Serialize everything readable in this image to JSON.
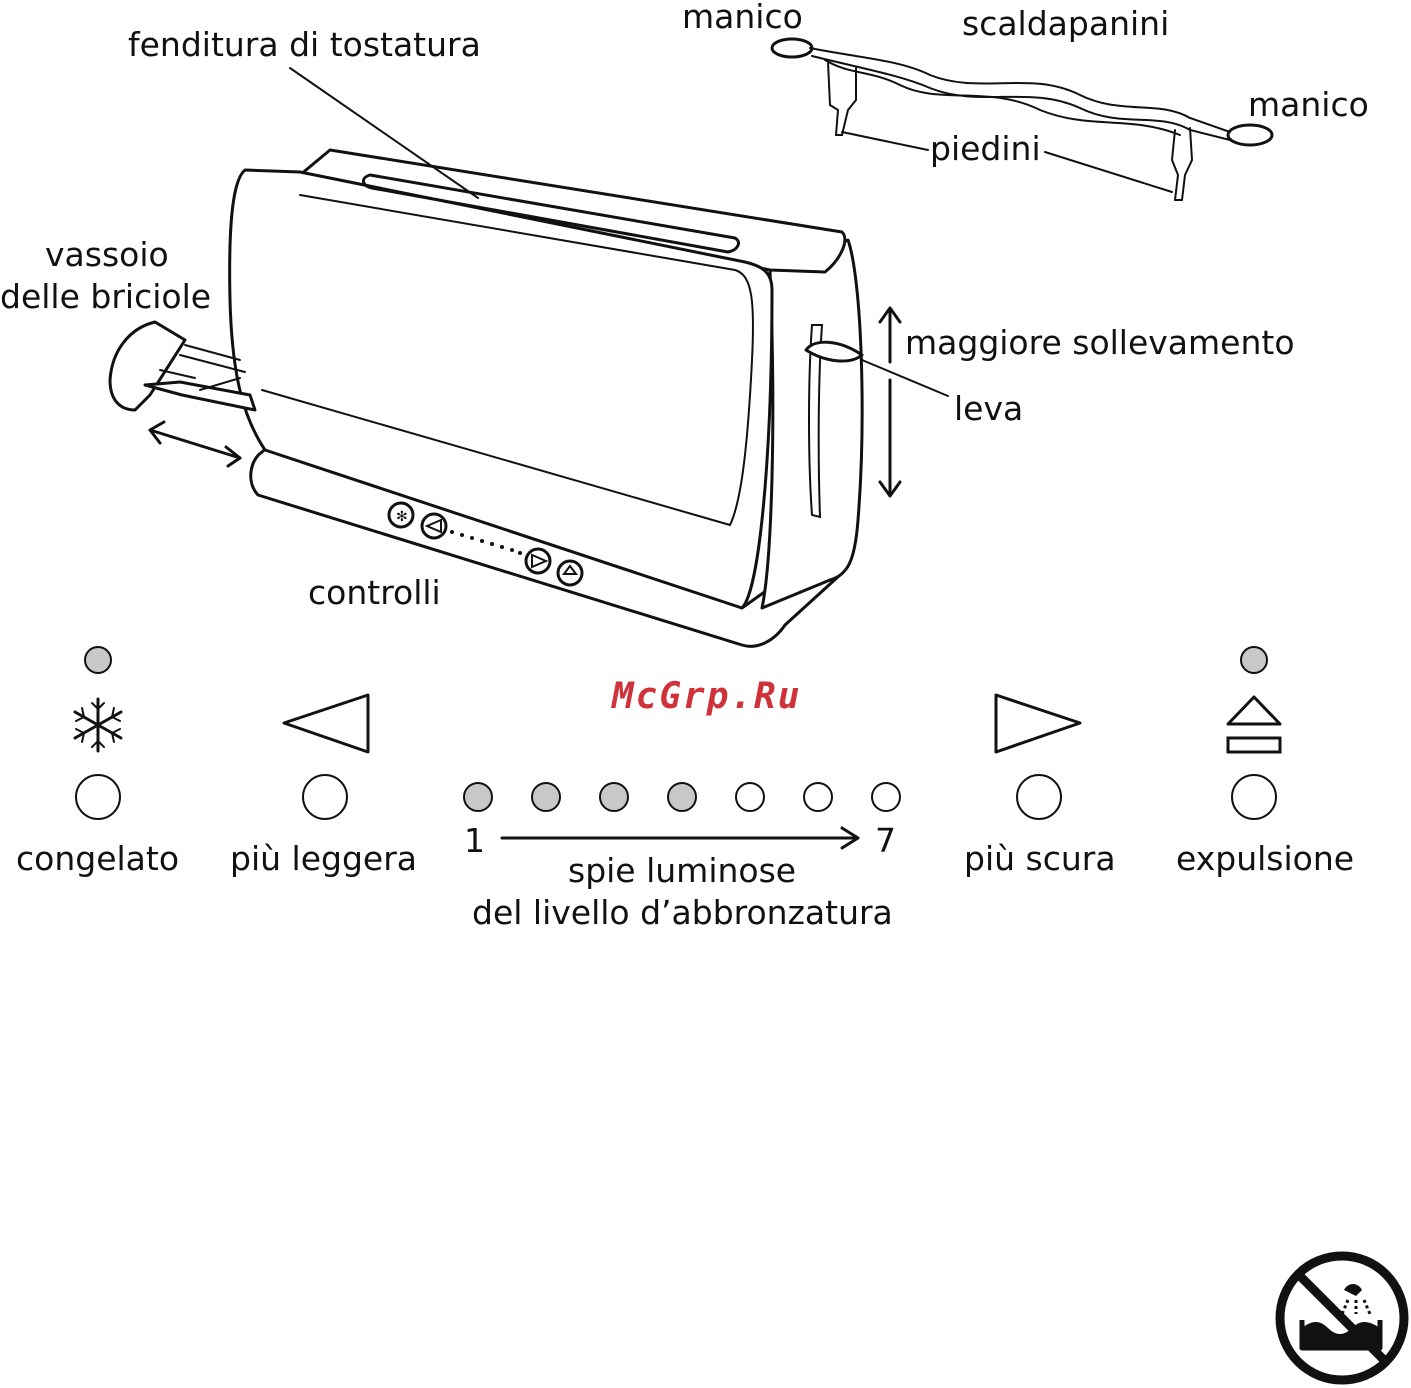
{
  "labels": {
    "slot": "fenditura di tostatura",
    "handle_left": "manico",
    "bun_warmer": "scaldapanini",
    "handle_right": "manico",
    "feet": "piedini",
    "crumb_tray_line1": "vassoio",
    "crumb_tray_line2": "delle briciole",
    "extra_lift": "maggiore sollevamento",
    "lever": "leva",
    "controls": "controlli"
  },
  "panel": {
    "frozen": "congelato",
    "lighter": "più leggera",
    "darker": "più scura",
    "eject": "expulsione",
    "scale_start": "1",
    "scale_end": "7",
    "indicator_line1": "spie luminose",
    "indicator_line2": "del livello d’abbronzatura",
    "indicators_lit": 4,
    "indicators_total": 7
  },
  "watermark": "McGrp.Ru",
  "colors": {
    "watermark": "#d0323a",
    "indicator_lit": "#c8c8c8",
    "line": "#111111"
  },
  "icons": {
    "frozen": "snowflake-icon",
    "lighter": "triangle-left-icon",
    "darker": "triangle-right-icon",
    "eject": "eject-icon",
    "warning": "no-water-immersion-icon"
  }
}
